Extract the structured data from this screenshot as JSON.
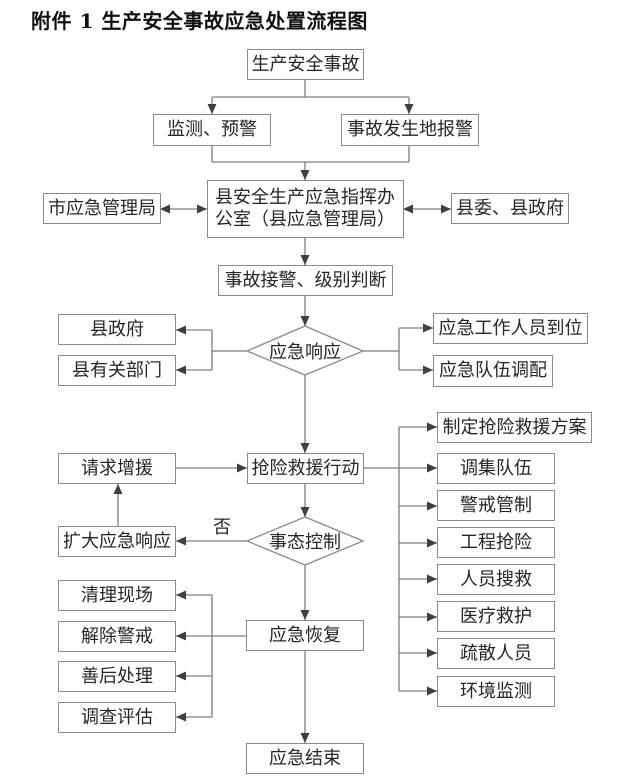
{
  "title": "附件 1 生产安全事故应急处置流程图",
  "colors": {
    "background": "#ffffff",
    "box_border": "#8a8a8a",
    "line": "#7d7d7d",
    "arrowhead": "#3f3f3f",
    "text": "#262626",
    "title_text": "#111111"
  },
  "flow": {
    "start": "生产安全事故",
    "alerts": [
      "监测、预警",
      "事故发生地报警"
    ],
    "command_office": {
      "line1": "县安全生产应急指挥办",
      "line2": "公室（县应急管理局）"
    },
    "command_office_peers": {
      "left": "市应急管理局",
      "right": "县委、县政府"
    },
    "intake": "事故接警、级别判断",
    "response_decision": "应急响应",
    "response_notify": [
      "县政府",
      "县有关部门"
    ],
    "response_actions": [
      "应急工作人员到位",
      "应急队伍调配"
    ],
    "request_reinforcement": "请求增援",
    "rescue_action": "抢险救援行动",
    "rescue_tasks": [
      "制定抢险救援方案",
      "调集队伍",
      "警戒管制",
      "工程抢险",
      "人员搜救",
      "医疗救护",
      "疏散人员",
      "环境监测"
    ],
    "control_decision": "事态控制",
    "control_no_label": "否",
    "expand_response": "扩大应急响应",
    "recovery": "应急恢复",
    "recovery_tasks": [
      "清理现场",
      "解除警戒",
      "善后处理",
      "调查评估"
    ],
    "end": "应急结束"
  }
}
